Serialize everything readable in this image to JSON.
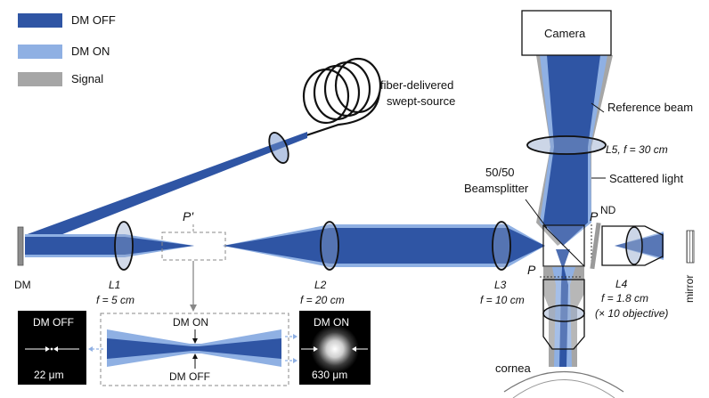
{
  "legend": {
    "items": [
      {
        "label": "DM OFF",
        "color": "#2f55a4"
      },
      {
        "label": "DM ON",
        "color": "#8fb0e3"
      },
      {
        "label": "Signal",
        "color": "#a6a6a6"
      }
    ]
  },
  "components": {
    "camera": "Camera",
    "source_line1": "fiber-delivered",
    "source_line2": "swept-source",
    "reference_beam": "Reference beam",
    "l5": "L5, f = 30 cm",
    "scattered_light": "Scattered light",
    "beamsplitter_line1": "50/50",
    "beamsplitter_line2": "Beamsplitter",
    "nd": "ND",
    "p_top": "P",
    "p_bottom": "P",
    "p_prime": "P'",
    "dm": "DM",
    "mirror": "mirror",
    "cornea": "cornea"
  },
  "lenses": [
    {
      "name": "L1",
      "focal": "f = 5 cm"
    },
    {
      "name": "L2",
      "focal": "f = 20 cm"
    },
    {
      "name": "L3",
      "focal": "f = 10 cm"
    },
    {
      "name": "L4",
      "focal": "f = 1.8 cm",
      "note": "(× 10 objective)"
    }
  ],
  "insets": {
    "dm_off_title": "DM OFF",
    "dm_off_size": "22 μm",
    "dm_on_title": "DM ON",
    "dm_on_size": "630 μm",
    "focus_dm_on": "DM ON",
    "focus_dm_off": "DM OFF"
  },
  "colors": {
    "dm_off": "#2f55a4",
    "dm_on": "#8fb0e3",
    "signal": "#a6a6a6"
  }
}
